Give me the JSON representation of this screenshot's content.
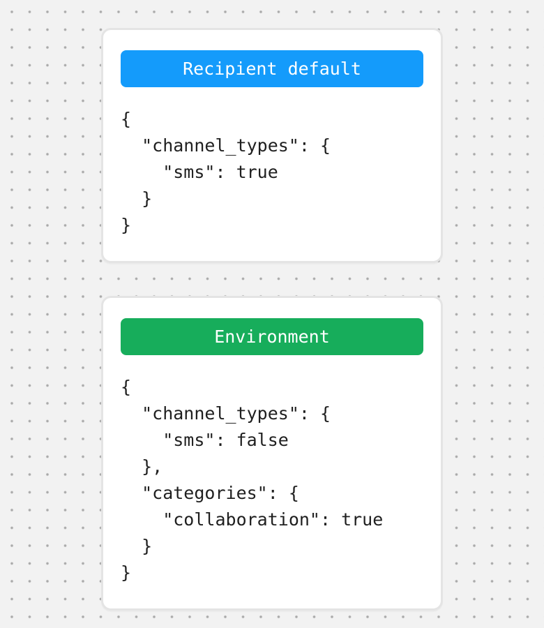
{
  "page": {
    "background_color": "#f2f2f2",
    "dot_color": "#a9a9a9",
    "card_border_color": "#e4e4e4"
  },
  "cards": [
    {
      "name": "recipient-default",
      "header_label": "Recipient default",
      "header_color": "#149bfb",
      "header_text_color": "#ffffff",
      "code": "{\n  \"channel_types\": {\n    \"sms\": true\n  }\n}"
    },
    {
      "name": "environment",
      "header_label": "Environment",
      "header_color": "#17ad5b",
      "header_text_color": "#ffffff",
      "code": "{\n  \"channel_types\": {\n    \"sms\": false\n  },\n  \"categories\": {\n    \"collaboration\": true\n  }\n}"
    }
  ]
}
